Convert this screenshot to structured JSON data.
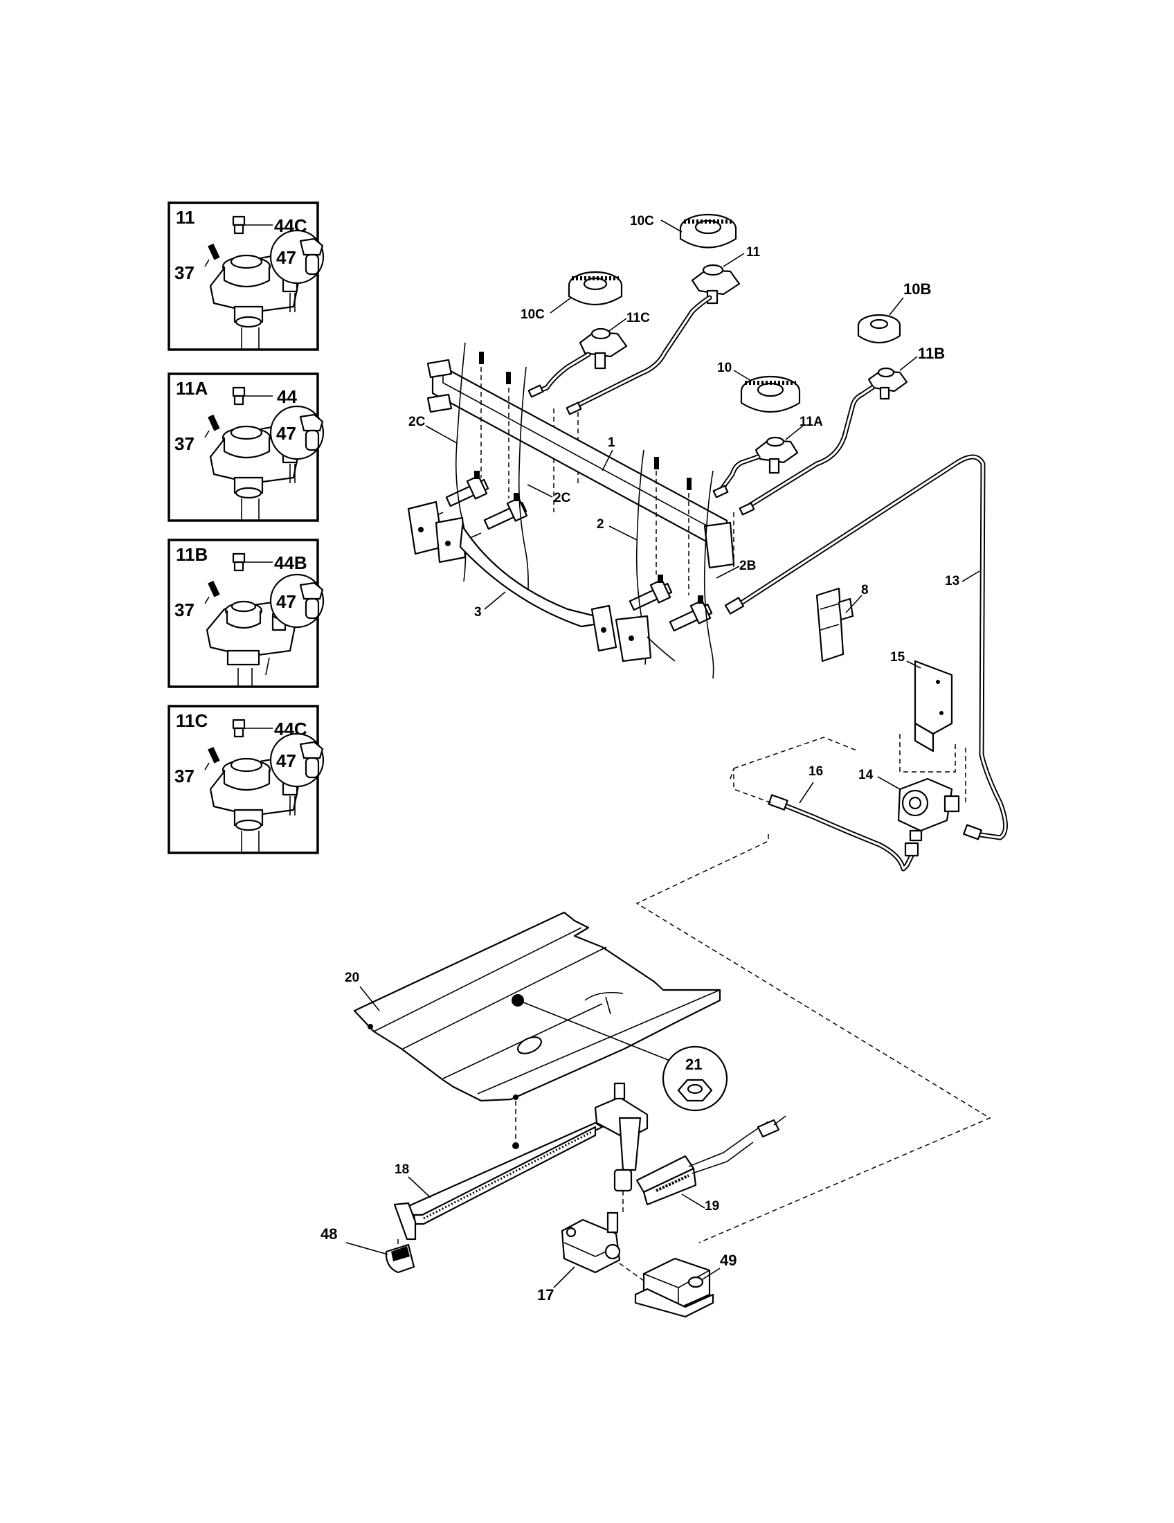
{
  "insets": [
    {
      "title": "11",
      "screw": "37",
      "cap": "44C",
      "orifice": "47"
    },
    {
      "title": "11A",
      "screw": "37",
      "cap": "44",
      "orifice": "47"
    },
    {
      "title": "11B",
      "screw": "37",
      "cap": "44B",
      "orifice": "47"
    },
    {
      "title": "11C",
      "screw": "37",
      "cap": "44C",
      "orifice": "47"
    }
  ],
  "callouts": {
    "burner_head_rear_right": "10C",
    "burner_valve_rear_right": "11",
    "burner_head_rear_left": "10C",
    "burner_valve_rear_left": "11C",
    "burner_head_right_small": "10B",
    "burner_valve_right_small": "11B",
    "burner_head_front": "10",
    "burner_valve_front": "11A",
    "manifold": "1",
    "wire_left_outer": "2C",
    "wire_left_inner": "2C",
    "wire_right_outer": "2",
    "wire_right_inner": "2B",
    "bracket_rail": "3",
    "spark_module": "8",
    "gas_line": "13",
    "regulator_bracket": "15",
    "regulator": "14",
    "regulator_tube": "16",
    "broil_baffle": "20",
    "nut": "21",
    "oven_burner": "18",
    "igniter": "19",
    "burner_bracket": "48",
    "safety_valve": "17",
    "valve_bracket": "49"
  }
}
